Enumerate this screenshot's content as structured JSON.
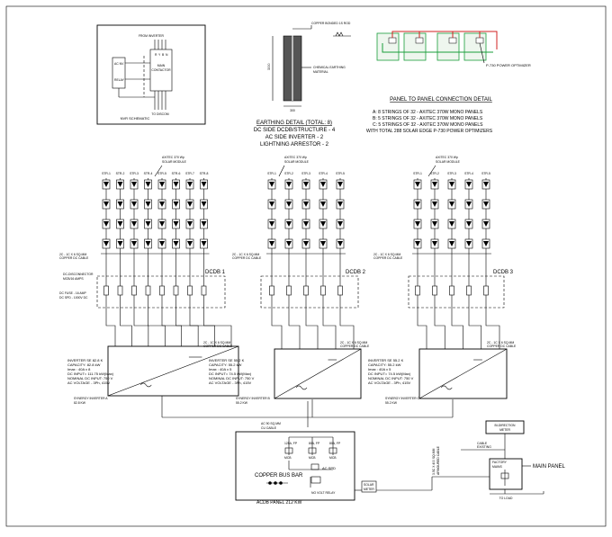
{
  "mcb": {
    "from_inverter": "FROM INVERTER",
    "r": "R",
    "y": "Y",
    "b": "B",
    "n": "N",
    "ac_nv": "AC NV",
    "relay": "RELAY",
    "main": "MAIN",
    "contactor": "CONTACTOR",
    "to_discom": "TO DISCOM",
    "title": "NVR SCHEMATIC"
  },
  "earthing": {
    "rod_label": "COPPER BONDED 1S ROD",
    "material_label_1": "CHEMICAL EARTHING",
    "material_label_2": "MATERIAL",
    "depth": "3000",
    "width": "300",
    "title": "EARTHING DETAIL (TOTAL: 8)",
    "line1": "DC SIDE DCDB/STRUCTURE - 4",
    "line2": "AC SIDE INVERTER - 2",
    "line3": "LIGHTNING ARRESTOR - 2"
  },
  "panel_detail": {
    "optimizer_label": "P-730 POWER OPTIMIZER",
    "title": "PANEL TO PANEL CONNECTION DETAIL",
    "a": "A:   8 STRINGS OF 32 - AXITEC 370W  MONO PANELS",
    "b": "B:   5 STRINGS OF 32 - AXITEC 370W  MONO PANELS",
    "c": "C:   5 STRINGS OF 32 - AXITEC 370W MONO PANELS",
    "total": "WITH TOTAL 288 SOLAR EDGE P-730 POWER OPTIMIZERS"
  },
  "module_label": [
    "AXITEC 370 Wp",
    "SOLAR MODULE"
  ],
  "string_labels": [
    "STR-1",
    "STR-2",
    "STR-3",
    "STR-4",
    "STR-5",
    "STR-6",
    "STR-7",
    "STR-8"
  ],
  "dc_cable": [
    "2C - 1C X 6 SQ.MM",
    "COPPER DC CABLE"
  ],
  "dc_cable_b": [
    "2C - 1C X 6 SQ.MM",
    "COPPER DC CABLE"
  ],
  "dc_disconnector": [
    "DC-DISCONNECTOR",
    "MCB/16 AMPS"
  ],
  "dc_fuse": [
    "DC FUSE - 16 AMP",
    "DC SPD - 1000V DC"
  ],
  "dcdb": [
    "DCDB 1",
    "DCDB 2",
    "DCDB 3"
  ],
  "inverters": [
    {
      "lines": [
        "INVERTER SE 82.8 K",
        "CAPACITY: 82.8 kW",
        "Imax : 40A x 8",
        "DC INPUT= 111.75 kW(Max)",
        "NOMINAL DC INPUT: 750 V",
        "AC VOLTAGE - 3Ph, 415V"
      ],
      "synergy": [
        "SYNERGY INVERTER A",
        "82.8 KW"
      ]
    },
    {
      "lines": [
        "INVERTER SE 55.2 K",
        "CAPACITY: 55.2 kW",
        "Imax : 40A x 5",
        "DC INPUT= 74.5 kW(Max)",
        "NOMINAL DC INPUT: 750 V",
        "AC VOLTAGE - 3Ph, 415V"
      ],
      "synergy": [
        "SYNERGY INVERTER B",
        "55.2 KW"
      ]
    },
    {
      "lines": [
        "INVERTER SE 55.2 K",
        "CAPACITY: 55.2 kW",
        "Imax : 40A x 5",
        "DC INPUT= 74.5 kW(Max)",
        "NOMINAL DC INPUT: 750 V",
        "AC VOLTAGE - 3Ph, 415V"
      ],
      "synergy": [
        "SYNERGY INVERTER C",
        "55.2 KW"
      ]
    }
  ],
  "ac_cable": [
    "AC 90 SQ.MM",
    "CU CABLE"
  ],
  "acdb": {
    "mcb1": [
      "125A, FP",
      "MCB"
    ],
    "mcb2": [
      "80A, FP",
      "MCB"
    ],
    "mcb3": [
      "80A, FP",
      "MCB"
    ],
    "ac_spd": "AC SPD",
    "no_volt_relay": "NO VOLT RELAY",
    "copper_bus_bar": "COPPER BUS BAR",
    "title": "ACDB PANEL 212 KW",
    "solar_meter": [
      "SOLAR",
      "METER"
    ]
  },
  "main_side": {
    "bidirection_meter": [
      "BI-DIRECTION",
      "METER"
    ],
    "cable_existing": [
      "CABLE",
      "EXISTING"
    ],
    "vertical_cable": [
      "3.5C X 400 SQ.MM",
      "ARMOURED CABLE"
    ],
    "factory_mains": [
      "FACTORY",
      "MAINS"
    ],
    "main_panel": "MAIN PANEL",
    "to_load": "TO LOAD"
  }
}
